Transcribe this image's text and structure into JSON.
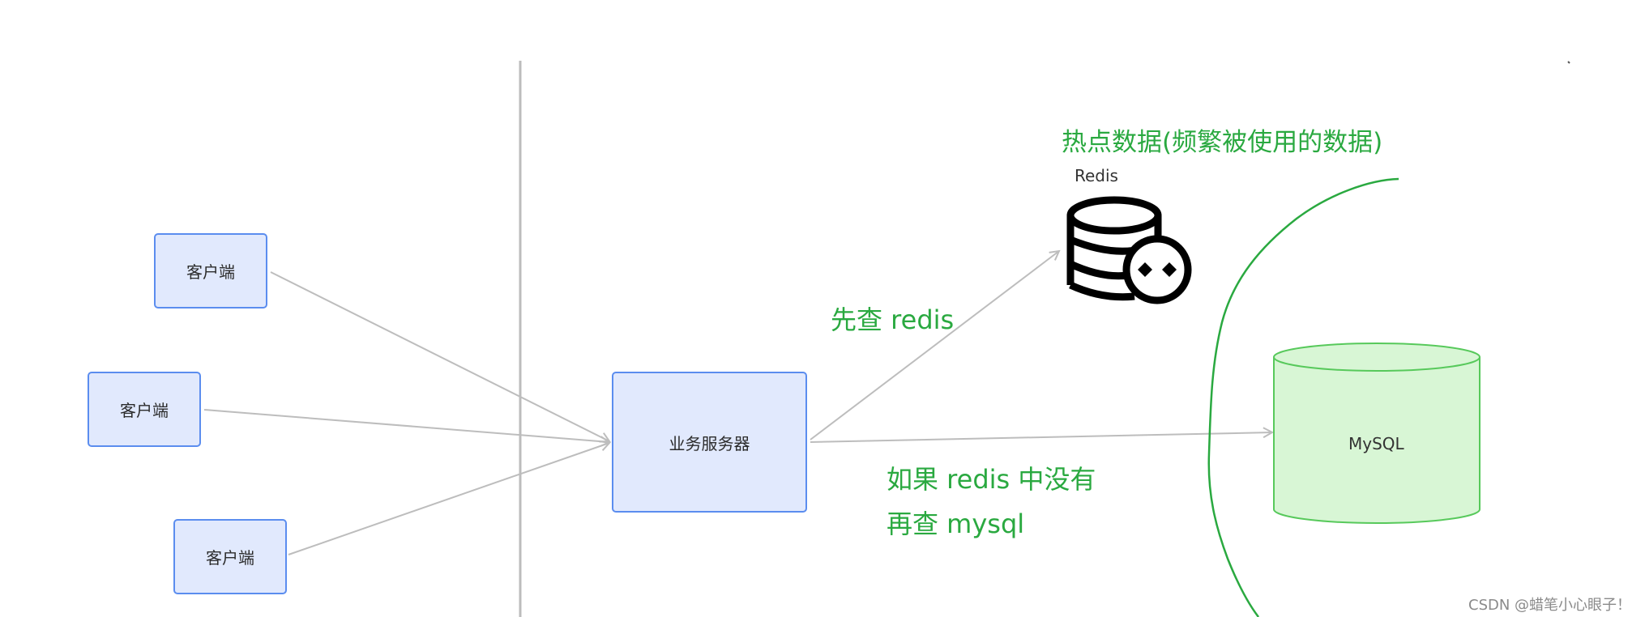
{
  "diagram": {
    "clients": [
      {
        "label": "客户端"
      },
      {
        "label": "客户端"
      },
      {
        "label": "客户端"
      }
    ],
    "server": {
      "label": "业务服务器"
    },
    "redis": {
      "label": "Redis",
      "icon": "database-icon"
    },
    "mysql": {
      "label": "MySQL"
    },
    "annotations": {
      "hot_data": "热点数据(频繁被使用的数据)",
      "query_redis": "先查 redis",
      "fallback_line1": "如果 redis 中没有",
      "fallback_line2": "再查 mysql"
    },
    "watermark": "CSDN @蜡笔小心眼子！",
    "colors": {
      "box_fill": "#e1e9fd",
      "box_border": "#5b8def",
      "annotation": "#2aa940",
      "mysql_fill": "#d8f6d5",
      "mysql_border": "#57c95b",
      "arrow": "#bdbdbd"
    }
  }
}
